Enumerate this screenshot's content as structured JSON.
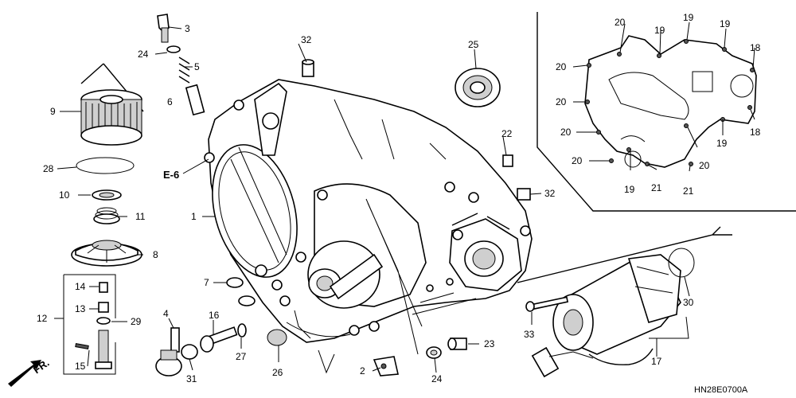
{
  "labels": {
    "p1": "1",
    "p2": "2",
    "p3": "3",
    "p5": "5",
    "p6": "6",
    "p7": "7",
    "p8": "8",
    "p9": "9",
    "p10": "10",
    "p11": "11",
    "p12": "12",
    "p13": "13",
    "p14": "14",
    "p15": "15",
    "p16": "16",
    "p17": "17",
    "p18a": "18",
    "p18b": "18",
    "p19a": "19",
    "p19b": "19",
    "p19c": "19",
    "p19d": "19",
    "p19e": "19",
    "p20a": "20",
    "p20b": "20",
    "p20c": "20",
    "p20d": "20",
    "p20e": "20",
    "p20f": "20",
    "p21a": "21",
    "p21b": "21",
    "p22": "22",
    "p23": "23",
    "p24a": "24",
    "p24b": "24",
    "p25": "25",
    "p26": "26",
    "p27": "27",
    "p28": "28",
    "p29": "29",
    "p30": "30",
    "p31": "31",
    "p32a": "32",
    "p32b": "32",
    "p33": "33"
  },
  "reference": "E-6",
  "front_marker": "FR.",
  "diagram_code": "HN28E0700A"
}
